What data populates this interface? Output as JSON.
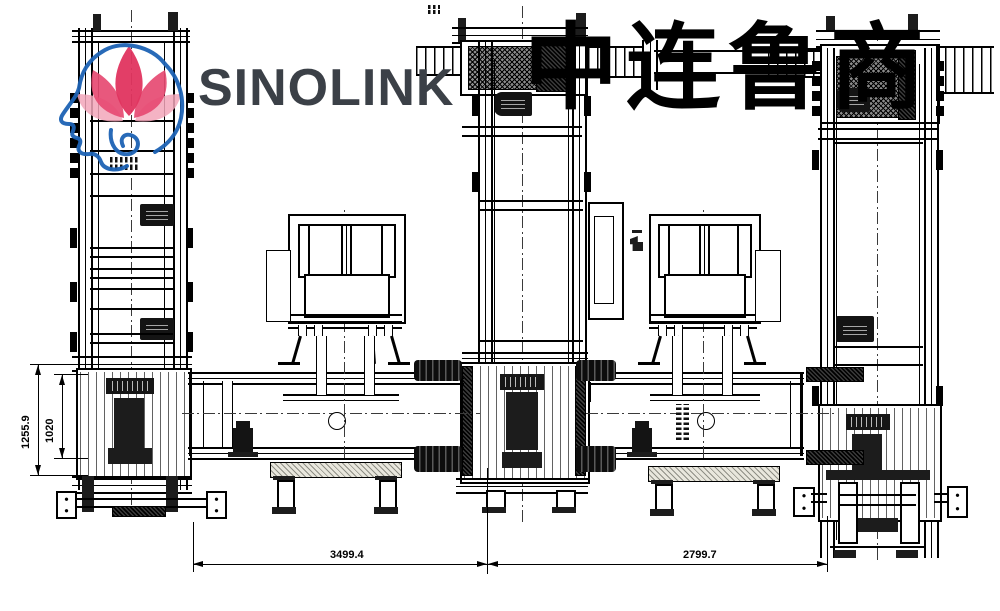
{
  "branding": {
    "logo_text": "SINOLINK",
    "company_cn": "中连鲁商",
    "logo_icon": "head-profile-with-lotus-icon",
    "colors": {
      "logo_text": "#3b4047",
      "head_blue": "#1d63b5",
      "lotus_pink": "#e0345f",
      "lotus_pink_light": "#f2a6ba",
      "linework": "#000000",
      "background": "#ffffff"
    }
  },
  "drawing": {
    "dimensions": {
      "height_total": "1255.9",
      "height_inner": "1020",
      "span_left": "3499.4",
      "span_right": "2799.7"
    }
  }
}
